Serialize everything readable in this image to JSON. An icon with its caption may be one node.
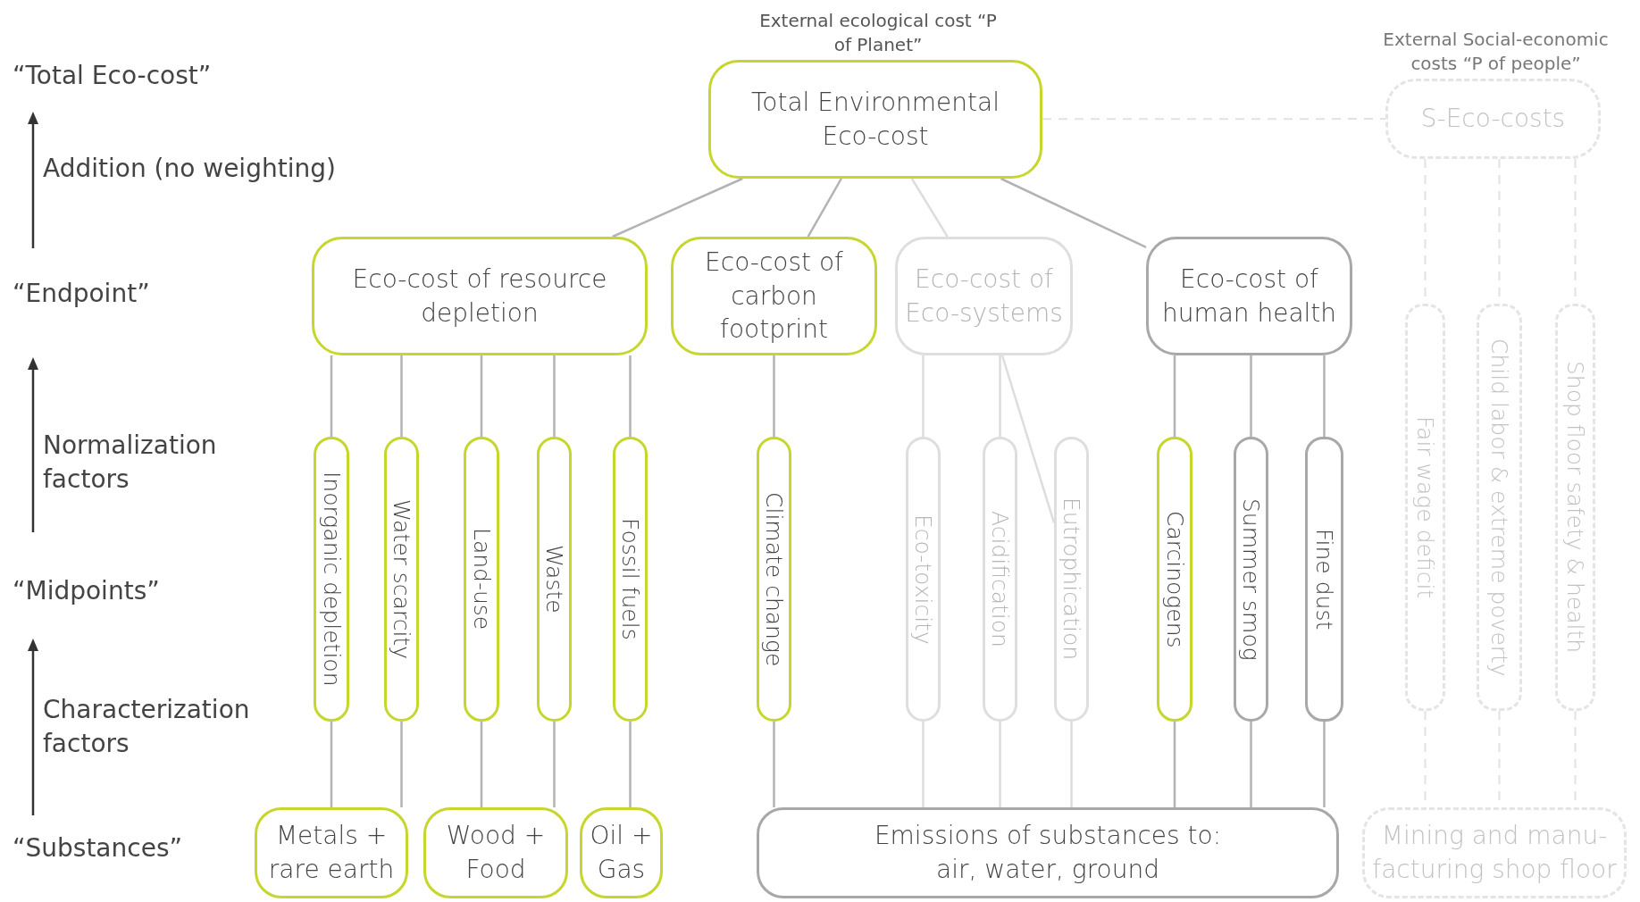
{
  "diagram": {
    "nodes": [
      {
        "text": [
          "Total Environmental Eco-cost"
        ],
        "beside": [
          "External ecological cost “P of Planet”"
        ]
      },
      {
        "text": [
          "Eco-cost of resource depletion"
        ]
      },
      {
        "text": [
          "Eco-cost of carbon footprint"
        ]
      },
      {
        "text": [
          "Eco-cost of Eco-systems"
        ]
      },
      {
        "text": [
          "Eco-cost of human health"
        ]
      },
      {
        "text": [
          "Inorganic depletion"
        ]
      },
      {
        "text": [
          "Water scarcity"
        ]
      },
      {
        "text": [
          "Land-use"
        ]
      },
      {
        "text": [
          "Waste"
        ]
      },
      {
        "text": [
          "Fossil fuels"
        ]
      },
      {
        "text": [
          "Climate change"
        ]
      },
      {
        "text": [
          "Eco-toxicity"
        ]
      },
      {
        "text": [
          "Acidification"
        ]
      },
      {
        "text": [
          "Eutrophication"
        ]
      },
      {
        "text": [
          "Carcinogens"
        ]
      },
      {
        "text": [
          "Summer smog"
        ]
      },
      {
        "text": [
          "Fine dust"
        ]
      },
      {
        "text": [
          "Metals + rare earth"
        ]
      },
      {
        "text": [
          "Wood + Food"
        ]
      },
      {
        "text": [
          "Oil + Gas"
        ]
      },
      {
        "text": [
          "Emissions of substances to: air, water, ground"
        ]
      },
      {
        "text": [
          "S-Eco-costs"
        ],
        "beside": [
          "External Social-economic costs “P of people”"
        ]
      },
      {
        "text": [
          "Fair wage deficit"
        ]
      },
      {
        "text": [
          "Child labor & extreme poverty"
        ]
      },
      {
        "text": [
          "Shop floor safety & health"
        ]
      },
      {
        "text": [
          "Mining and manu- facturing shop floor"
        ]
      }
    ],
    "edges": [
      {
        "from": 0,
        "to": 1,
        "arrow": "none"
      },
      {
        "from": 0,
        "to": 2,
        "arrow": "none"
      },
      {
        "from": 0,
        "to": 3,
        "arrow": "none",
        "color": "#dddddd"
      },
      {
        "from": 0,
        "to": 4,
        "arrow": "none"
      },
      {
        "from": 1,
        "to": 5,
        "arrow": "none"
      },
      {
        "from": 1,
        "to": 6,
        "arrow": "none"
      },
      {
        "from": 1,
        "to": 7,
        "arrow": "none"
      },
      {
        "from": 1,
        "to": 8,
        "arrow": "none"
      },
      {
        "from": 1,
        "to": 9,
        "arrow": "none"
      },
      {
        "from": 2,
        "to": 10,
        "arrow": "none"
      },
      {
        "from": 3,
        "to": 11,
        "arrow": "none",
        "color": "#dddddd"
      },
      {
        "from": 3,
        "to": 12,
        "arrow": "none",
        "color": "#dddddd"
      },
      {
        "from": 3,
        "to": 13,
        "arrow": "none",
        "color": "#dddddd"
      },
      {
        "from": 4,
        "to": 14,
        "arrow": "none"
      },
      {
        "from": 4,
        "to": 15,
        "arrow": "none"
      },
      {
        "from": 4,
        "to": 16,
        "arrow": "none"
      },
      {
        "from": 5,
        "to": 17,
        "arrow": "none"
      },
      {
        "from": 6,
        "to": 17,
        "arrow": "none"
      },
      {
        "from": 7,
        "to": 18,
        "arrow": "none"
      },
      {
        "from": 8,
        "to": 18,
        "arrow": "none"
      },
      {
        "from": 9,
        "to": 19,
        "arrow": "none"
      },
      {
        "from": 10,
        "to": 20,
        "arrow": "none"
      },
      {
        "from": 11,
        "to": 20,
        "arrow": "none",
        "color": "#dddddd"
      },
      {
        "from": 12,
        "to": 20,
        "arrow": "none",
        "color": "#dddddd"
      },
      {
        "from": 13,
        "to": 20,
        "arrow": "none",
        "color": "#dddddd"
      },
      {
        "from": 14,
        "to": 20,
        "arrow": "none"
      },
      {
        "from": 15,
        "to": 20,
        "arrow": "none"
      },
      {
        "from": 16,
        "to": 20,
        "arrow": "none"
      },
      {
        "from": 0,
        "to": 21,
        "arrow": "none",
        "style": "dashed",
        "color": "#e2e2e2"
      },
      {
        "from": 21,
        "to": 22,
        "arrow": "none",
        "style": "dashed",
        "color": "#e2e2e2"
      },
      {
        "from": 21,
        "to": 23,
        "arrow": "none",
        "style": "dashed",
        "color": "#e2e2e2"
      },
      {
        "from": 21,
        "to": 24,
        "arrow": "none",
        "style": "dashed",
        "color": "#e2e2e2"
      },
      {
        "from": 22,
        "to": 25,
        "arrow": "none",
        "style": "dashed",
        "color": "#e2e2e2"
      },
      {
        "from": 23,
        "to": 25,
        "arrow": "none",
        "style": "dashed",
        "color": "#e2e2e2"
      },
      {
        "from": 24,
        "to": 25,
        "arrow": "none",
        "style": "dashed",
        "color": "#e2e2e2"
      }
    ],
    "labels": [
      "“Total Eco-cost”",
      "Addition (no weighting)",
      "“Endpoint”",
      "Normalization factors",
      "“Midpoints”",
      "Characterization factors",
      "“Substances”"
    ]
  }
}
